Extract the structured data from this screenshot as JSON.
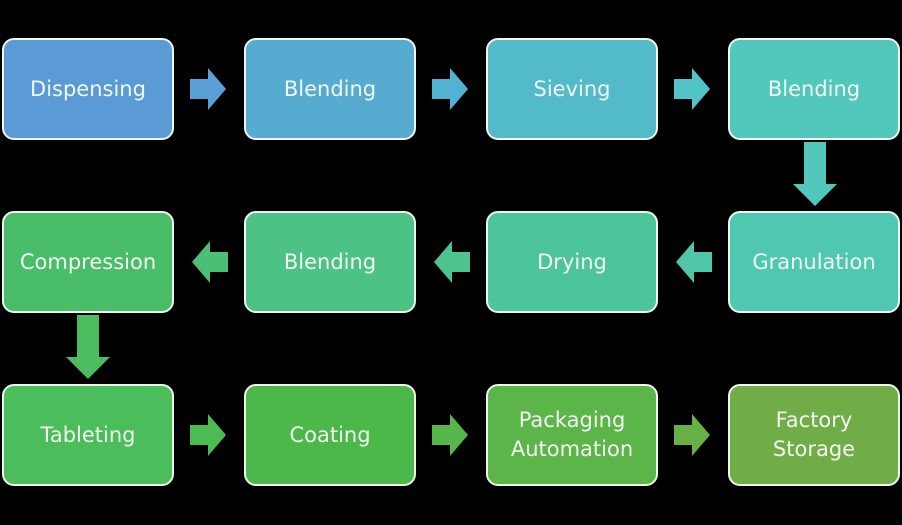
{
  "diagram": {
    "title": "",
    "steps": [
      {
        "id": "s1",
        "label": "Dispensing",
        "color": "#5b9bd5"
      },
      {
        "id": "s2",
        "label": "Blending",
        "color": "#56abd0"
      },
      {
        "id": "s3",
        "label": "Sieving",
        "color": "#52bac8"
      },
      {
        "id": "s4",
        "label": "Blending",
        "color": "#52c8bd"
      },
      {
        "id": "s5",
        "label": "Granulation",
        "color": "#4fc8b2"
      },
      {
        "id": "s6",
        "label": "Drying",
        "color": "#4dc59a"
      },
      {
        "id": "s7",
        "label": "Blending",
        "color": "#4cc385"
      },
      {
        "id": "s8",
        "label": "Compression",
        "color": "#4abd69"
      },
      {
        "id": "s9",
        "label": "Tableting",
        "color": "#4bbd5a"
      },
      {
        "id": "s10",
        "label": "Coating",
        "color": "#4db84a"
      },
      {
        "id": "s11",
        "label": "Packaging\nAutomation",
        "color": "#5bb548"
      },
      {
        "id": "s12",
        "label": "Factory\nStorage",
        "color": "#70ad47"
      }
    ],
    "flow": [
      {
        "from": "s1",
        "to": "s2",
        "direction": "right",
        "color": "#5aa0d6"
      },
      {
        "from": "s2",
        "to": "s3",
        "direction": "right",
        "color": "#53b2d2"
      },
      {
        "from": "s3",
        "to": "s4",
        "direction": "right",
        "color": "#52c3c7"
      },
      {
        "from": "s4",
        "to": "s5",
        "direction": "down",
        "color": "#52c8bd"
      },
      {
        "from": "s5",
        "to": "s6",
        "direction": "left",
        "color": "#4fc6a7"
      },
      {
        "from": "s6",
        "to": "s7",
        "direction": "left",
        "color": "#4dc48f"
      },
      {
        "from": "s7",
        "to": "s8",
        "direction": "left",
        "color": "#4bbf75"
      },
      {
        "from": "s8",
        "to": "s9",
        "direction": "down",
        "color": "#4bbd5e"
      },
      {
        "from": "s9",
        "to": "s10",
        "direction": "right",
        "color": "#4cbb52"
      },
      {
        "from": "s10",
        "to": "s11",
        "direction": "right",
        "color": "#55b649"
      },
      {
        "from": "s11",
        "to": "s12",
        "direction": "right",
        "color": "#66b046"
      }
    ]
  }
}
